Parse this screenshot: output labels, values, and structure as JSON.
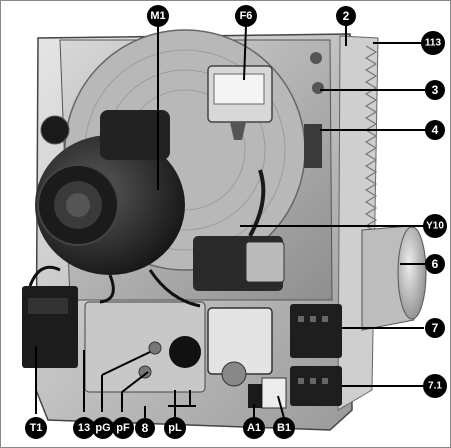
{
  "callouts": {
    "m1": "M1",
    "f6": "F6",
    "n2": "2",
    "n113": "113",
    "n3": "3",
    "n4": "4",
    "y10": "Y10",
    "n6": "6",
    "n7": "7",
    "n71": "7.1",
    "t1": "T1",
    "n13": "13",
    "pg": "pG",
    "pf": "pF",
    "n8": "8",
    "pl": "pL",
    "a1": "A1",
    "b1": "B1"
  }
}
